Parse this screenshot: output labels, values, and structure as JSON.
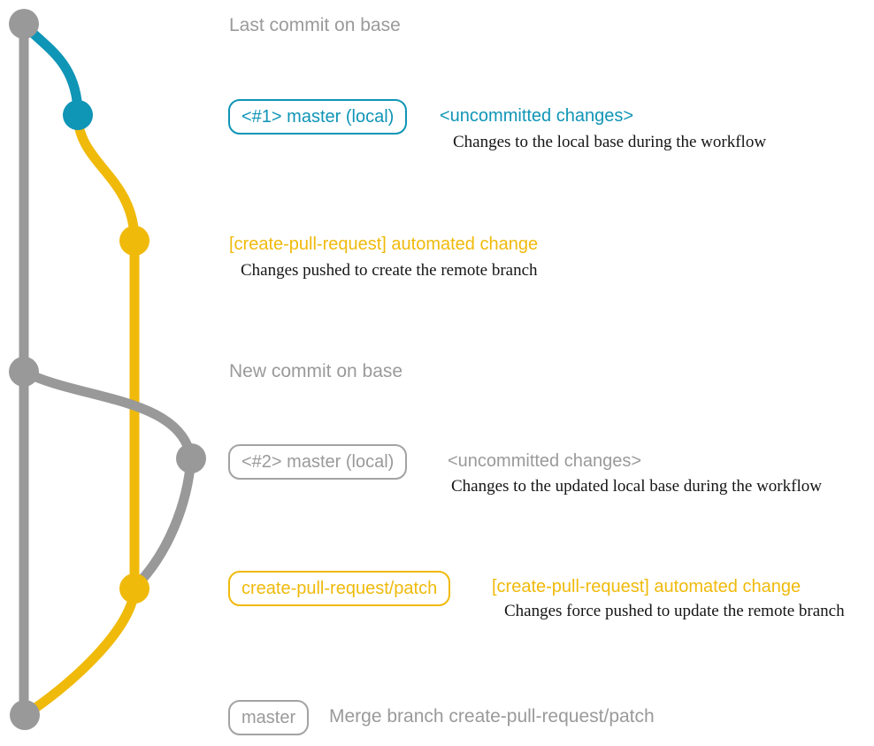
{
  "colors": {
    "base_branch_gray": "#999999",
    "local_change_teal": "#0f95b6",
    "automated_branch_yellow": "#f0ba0b",
    "description_text": "#151515",
    "background": "#ffffff"
  },
  "graph": {
    "nodes": [
      {
        "id": "last-commit-on-base",
        "color": "#999999"
      },
      {
        "id": "local-uncommitted-1",
        "color": "#0f95b6"
      },
      {
        "id": "automated-change-1",
        "color": "#f0ba0b"
      },
      {
        "id": "new-commit-on-base",
        "color": "#999999"
      },
      {
        "id": "local-uncommitted-2",
        "color": "#999999"
      },
      {
        "id": "automated-change-2",
        "color": "#f0ba0b"
      },
      {
        "id": "merge-commit",
        "color": "#999999"
      }
    ]
  },
  "annotations": {
    "last_commit": {
      "text": "Last commit on base"
    },
    "commit_1": {
      "badge": "<#1> master (local)",
      "title": "<uncommitted changes>",
      "description": "Changes to the local base during the workflow"
    },
    "commit_2": {
      "title": "[create-pull-request] automated change",
      "description": "Changes pushed to create the remote branch"
    },
    "new_commit": {
      "text": "New commit on base"
    },
    "commit_3": {
      "badge": "<#2> master (local)",
      "title": "<uncommitted changes>",
      "description": "Changes to the updated local base during the workflow"
    },
    "commit_4": {
      "badge": "create-pull-request/patch",
      "title": "[create-pull-request] automated change",
      "description": "Changes force pushed to update the remote branch"
    },
    "merge_commit": {
      "badge": "master",
      "text": "Merge branch create-pull-request/patch"
    }
  }
}
